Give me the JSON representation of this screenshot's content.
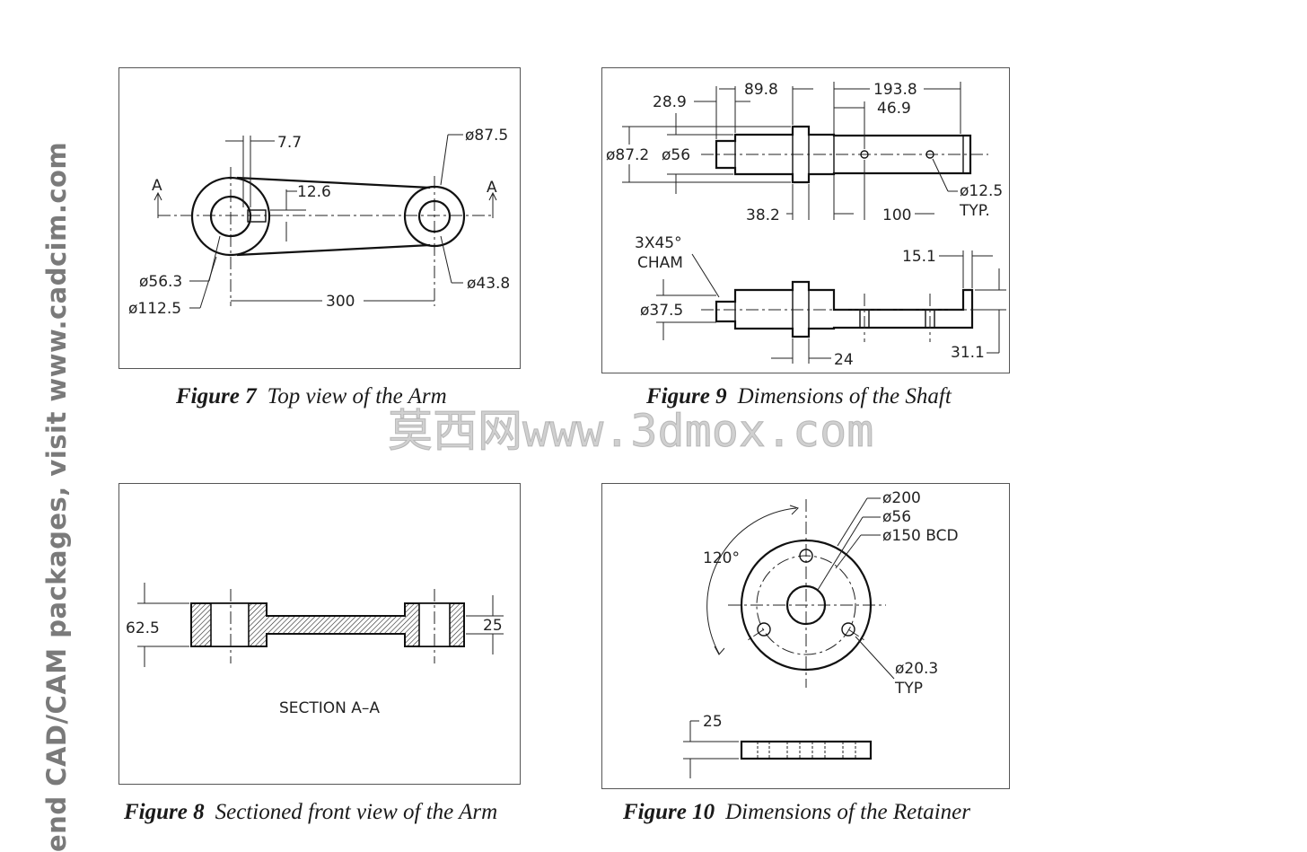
{
  "sidebar_text": "end CAD/CAM packages, visit www.cadcim.com",
  "watermark": "莫西网www.3dmox.com",
  "figures": {
    "fig7": {
      "number": "Figure 7",
      "title": "Top view of the Arm",
      "labels": {
        "section_left": "A",
        "section_right": "A",
        "d1": "7.7",
        "d2": "12.6",
        "d3": "ø87.5",
        "d4": "ø56.3",
        "d5": "ø112.5",
        "d6": "300",
        "d7": "ø43.8"
      }
    },
    "fig8": {
      "number": "Figure 8",
      "title": "Sectioned front view of the Arm",
      "labels": {
        "d1": "62.5",
        "d2": "25",
        "section": "SECTION A–A"
      }
    },
    "fig9": {
      "number": "Figure 9",
      "title": "Dimensions of the Shaft",
      "labels": {
        "d1": "28.9",
        "d2": "89.8",
        "d3": "193.8",
        "d4": "46.9",
        "d5": "ø87.2",
        "d6": "ø56",
        "d7": "38.2",
        "d8": "100",
        "d9": "ø12.5",
        "d10": "TYP.",
        "d11": "3X45°",
        "d12": "CHAM",
        "d13": "15.1",
        "d14": "ø37.5",
        "d15": "31.1",
        "d16": "24"
      }
    },
    "fig10": {
      "number": "Figure 10",
      "title": "Dimensions of the Retainer",
      "labels": {
        "d1": "ø200",
        "d2": "ø56",
        "d3": "ø150  BCD",
        "d4": "120°",
        "d5": "ø20.3",
        "d6": "TYP",
        "d7": "25"
      }
    }
  }
}
